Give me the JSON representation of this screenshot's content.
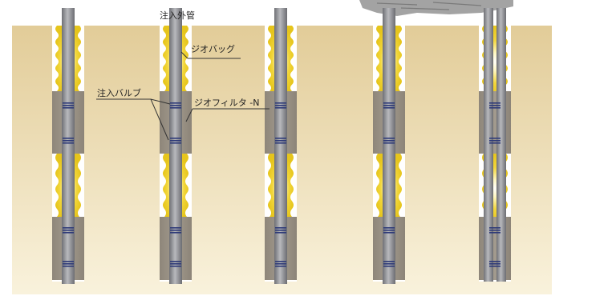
{
  "labels": {
    "outer_pipe": "注入外管",
    "geo_bag": "ジオバッグ",
    "injection_valve": "注入バルブ",
    "geo_filter": "ジオフィルタ -N"
  },
  "colors": {
    "soil_top": "#e4cf9c",
    "soil_bottom": "#f8f0d8",
    "filter": "#9b9286",
    "bag_yellow": "#f0d52a",
    "pipe": "#8c8d91",
    "valve": "#2e3a78",
    "rig": "#9c9c9c"
  }
}
